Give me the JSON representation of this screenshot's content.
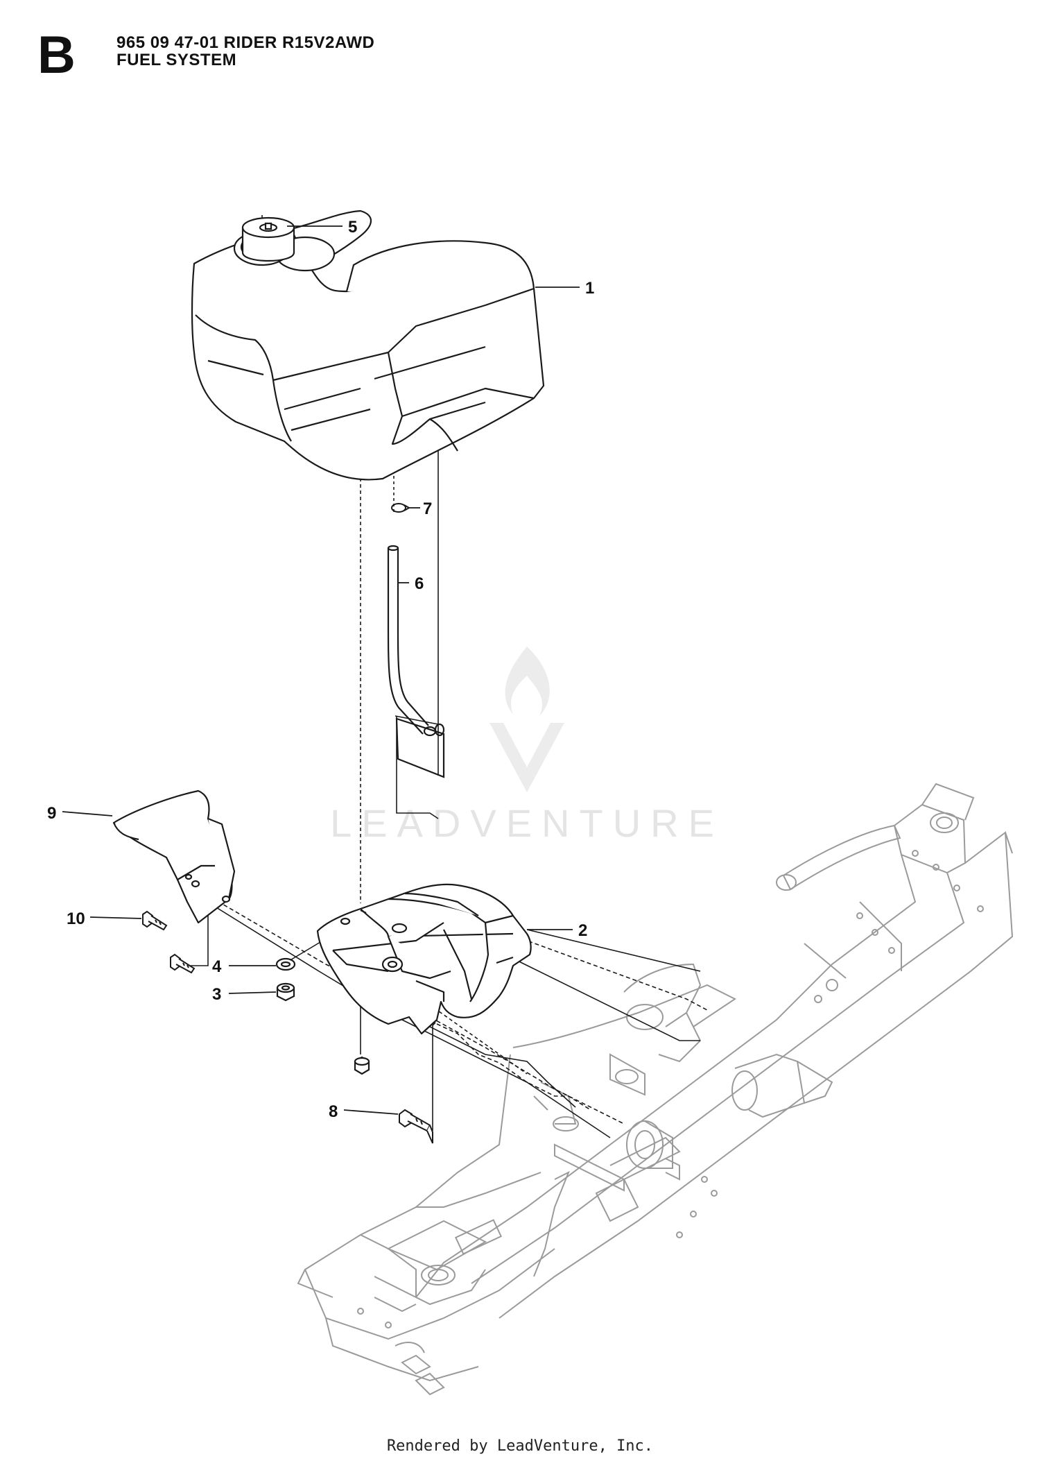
{
  "header": {
    "section_letter": "B",
    "model_line": "965 09 47-01 RIDER R15V2AWD",
    "section_title": "FUEL SYSTEM"
  },
  "callouts": [
    {
      "id": "callout-1",
      "label": "1"
    },
    {
      "id": "callout-2",
      "label": "2"
    },
    {
      "id": "callout-3",
      "label": "3"
    },
    {
      "id": "callout-4",
      "label": "4"
    },
    {
      "id": "callout-5",
      "label": "5"
    },
    {
      "id": "callout-6",
      "label": "6"
    },
    {
      "id": "callout-7",
      "label": "7"
    },
    {
      "id": "callout-8",
      "label": "8"
    },
    {
      "id": "callout-9",
      "label": "9"
    },
    {
      "id": "callout-10",
      "label": "10"
    }
  ],
  "watermark": {
    "text": "LEADVENTURE",
    "icon": "flame-v-logo"
  },
  "footer": {
    "text": "Rendered by LeadVenture, Inc."
  },
  "colors": {
    "line": "#1a1a1a",
    "frame_line": "#9a9a9a",
    "watermark": "#e4e4e4"
  }
}
